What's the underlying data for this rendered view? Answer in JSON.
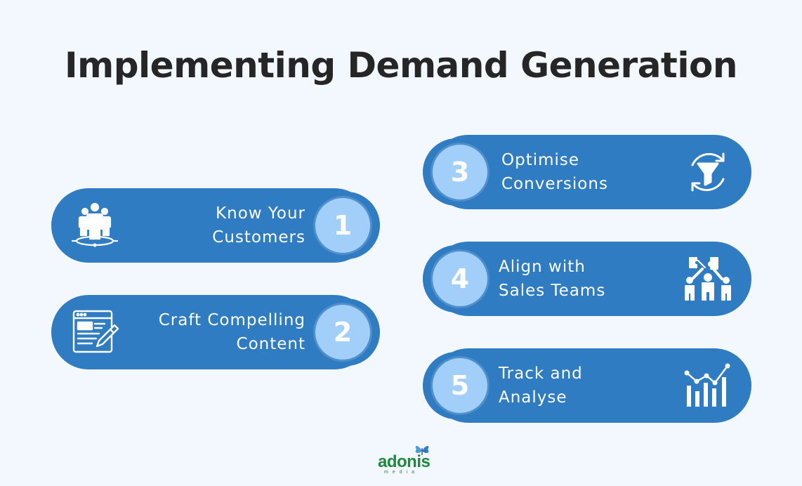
{
  "title": "Implementing Demand Generation",
  "steps": [
    {
      "number": "1",
      "line1": "Know Your",
      "line2": "Customers",
      "icon": "customers-group-icon"
    },
    {
      "number": "2",
      "line1": "Craft Compelling",
      "line2": "Content",
      "icon": "content-writing-icon"
    },
    {
      "number": "3",
      "line1": "Optimise",
      "line2": "Conversions",
      "icon": "conversion-funnel-icon"
    },
    {
      "number": "4",
      "line1": "Align with",
      "line2": "Sales Teams",
      "icon": "team-alignment-icon"
    },
    {
      "number": "5",
      "line1": "Track and",
      "line2": "Analyse",
      "icon": "analytics-chart-icon"
    }
  ],
  "logo": {
    "brand": "adonis",
    "sub": "media"
  },
  "colors": {
    "background": "#f3f8fe",
    "pill": "#2f7cc3",
    "number_circle": "#a2cffa",
    "title": "#262626",
    "logo": "#1b8a3b"
  }
}
